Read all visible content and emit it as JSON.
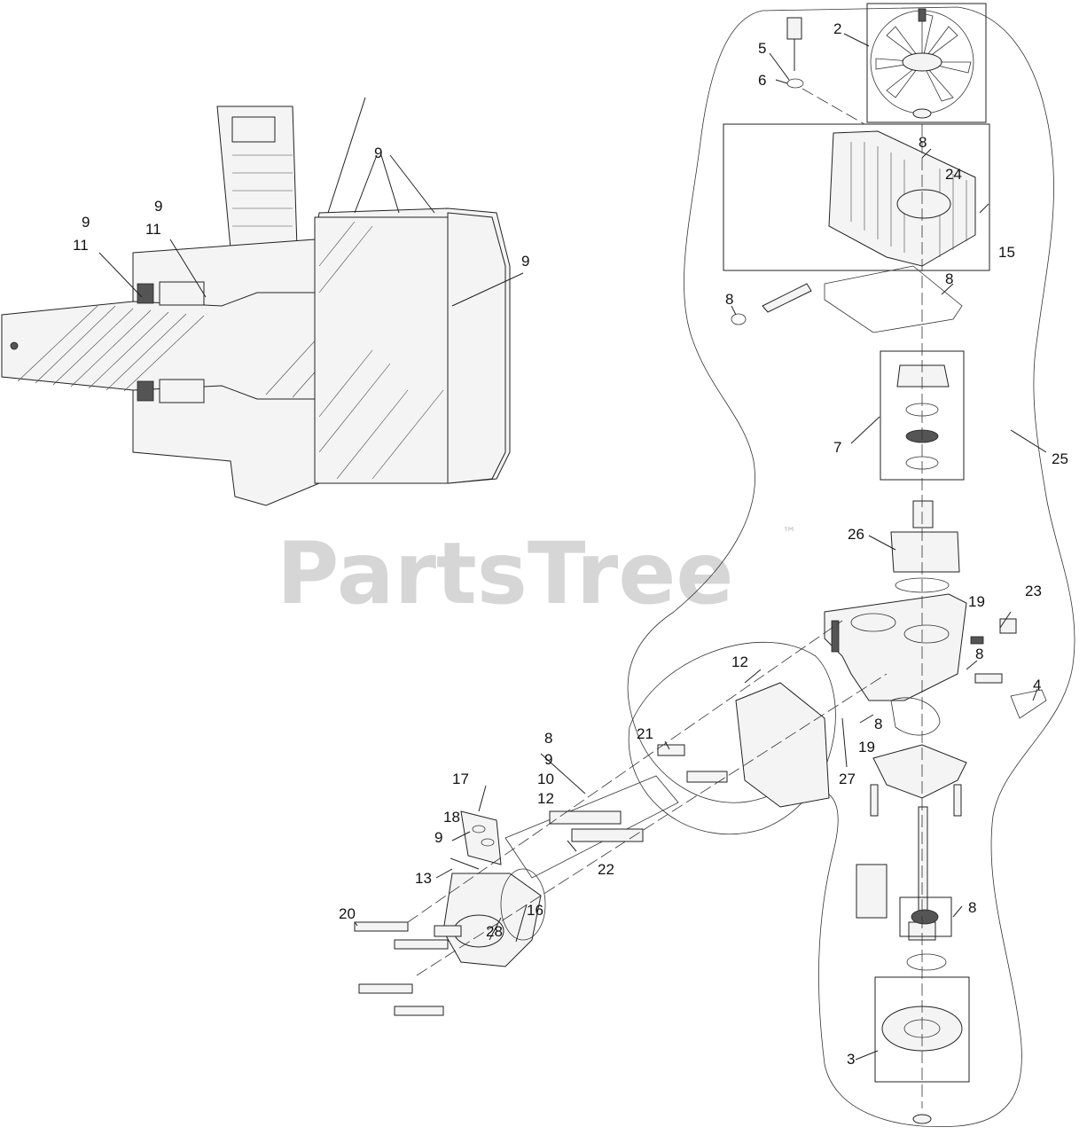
{
  "watermark": {
    "brand": "PartsTree",
    "trademark": "™"
  },
  "callouts": [
    {
      "label": "2"
    },
    {
      "label": "5"
    },
    {
      "label": "6"
    },
    {
      "label": "8"
    },
    {
      "label": "24"
    },
    {
      "label": "15"
    },
    {
      "label": "8"
    },
    {
      "label": "8"
    },
    {
      "label": "7"
    },
    {
      "label": "25"
    },
    {
      "label": "26"
    },
    {
      "label": "19"
    },
    {
      "label": "23"
    },
    {
      "label": "8"
    },
    {
      "label": "4"
    },
    {
      "label": "12"
    },
    {
      "label": "8"
    },
    {
      "label": "19"
    },
    {
      "label": "27"
    },
    {
      "label": "21"
    },
    {
      "label": "8"
    },
    {
      "label": "9"
    },
    {
      "label": "10"
    },
    {
      "label": "12"
    },
    {
      "label": "17"
    },
    {
      "label": "18"
    },
    {
      "label": "9"
    },
    {
      "label": "22"
    },
    {
      "label": "13"
    },
    {
      "label": "20"
    },
    {
      "label": "28"
    },
    {
      "label": "16"
    },
    {
      "label": "8"
    },
    {
      "label": "3"
    },
    {
      "label": "9"
    },
    {
      "label": "9"
    },
    {
      "label": "11"
    },
    {
      "label": "9"
    },
    {
      "label": "11"
    },
    {
      "label": "9"
    }
  ]
}
